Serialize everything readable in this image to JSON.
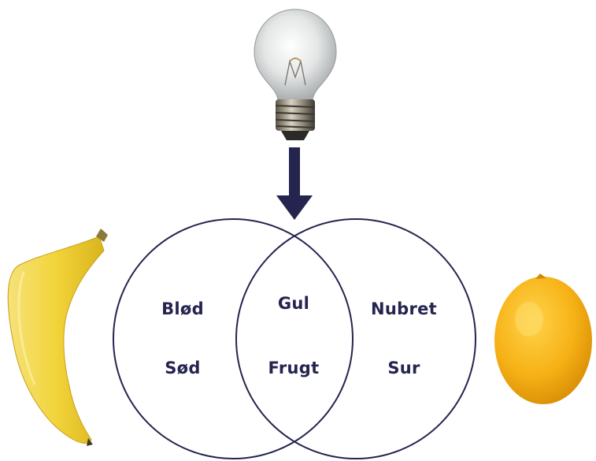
{
  "colors": {
    "ink": "#25244f",
    "banana": "#f2d43a",
    "lemon": "#f6b216"
  },
  "icons": {
    "top": "lightbulb-icon",
    "left": "banana-image",
    "right": "lemon-image"
  },
  "venn": {
    "left_only": [
      "Blød",
      "Sød"
    ],
    "intersection": [
      "Gul",
      "Frugt"
    ],
    "right_only": [
      "Nubret",
      "Sur"
    ]
  }
}
